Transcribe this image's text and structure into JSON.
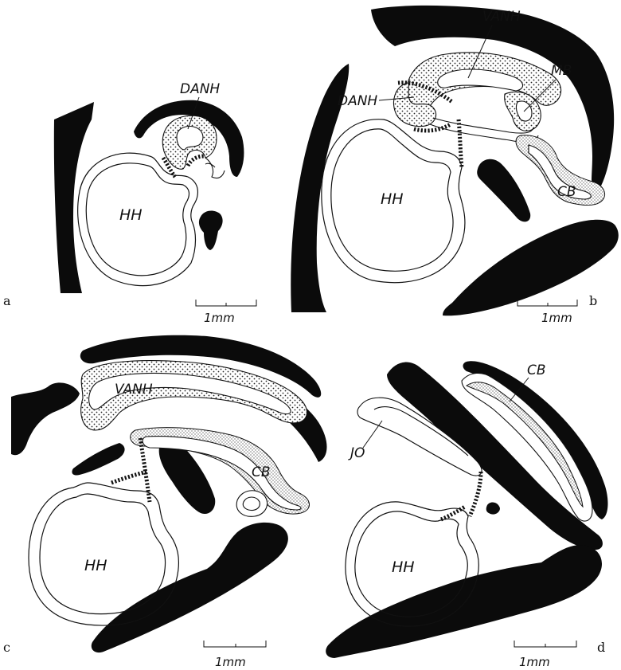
{
  "figure": {
    "panels": [
      {
        "letter": "a",
        "labels": {
          "hh": "HH",
          "danh": "DANH"
        },
        "scale": "1mm"
      },
      {
        "letter": "b",
        "labels": {
          "hh": "HH",
          "danh": "DANH",
          "vanh": "VANH",
          "mb": "MB",
          "cb": "CB"
        },
        "scale": "1mm"
      },
      {
        "letter": "c",
        "labels": {
          "hh": "HH",
          "vanh": "VANH",
          "cb": "CB"
        },
        "scale": "1mm"
      },
      {
        "letter": "d",
        "labels": {
          "hh": "HH",
          "jo": "JO",
          "cb": "CB"
        },
        "scale": "1mm"
      }
    ]
  }
}
